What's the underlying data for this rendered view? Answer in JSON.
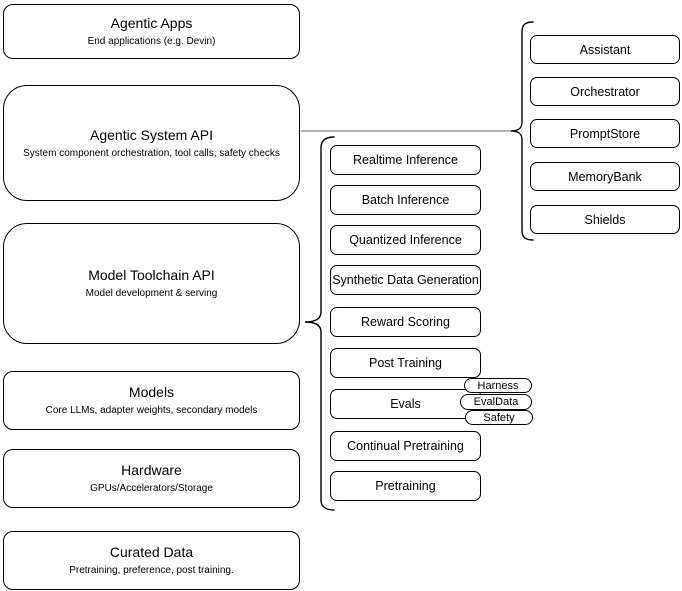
{
  "diagram": {
    "left_stack": [
      {
        "title": "Agentic Apps",
        "subtitle": "End applications (e.g. Devin)"
      },
      {
        "title": "Agentic System API",
        "subtitle": "System component orchestration, tool calls, safety checks"
      },
      {
        "title": "Model Toolchain API",
        "subtitle": "Model development & serving"
      },
      {
        "title": "Models",
        "subtitle": "Core LLMs, adapter weights, secondary models"
      },
      {
        "title": "Hardware",
        "subtitle": "GPUs/Accelerators/Storage"
      },
      {
        "title": "Curated Data",
        "subtitle": "Pretraining, preference, post training."
      }
    ],
    "toolchain_items": [
      "Realtime Inference",
      "Batch Inference",
      "Quantized Inference",
      "Synthetic Data Generation",
      "Reward Scoring",
      "Post Training",
      "Evals",
      "Continual Pretraining",
      "Pretraining"
    ],
    "eval_tags": [
      "Harness",
      "EvalData",
      "Safety"
    ],
    "system_components": [
      "Assistant",
      "Orchestrator",
      "PromptStore",
      "MemoryBank",
      "Shields"
    ],
    "colors": {
      "box_border": "#000000",
      "box_fill": "#ffffff",
      "connector": "#999999",
      "text": "#000000"
    }
  }
}
